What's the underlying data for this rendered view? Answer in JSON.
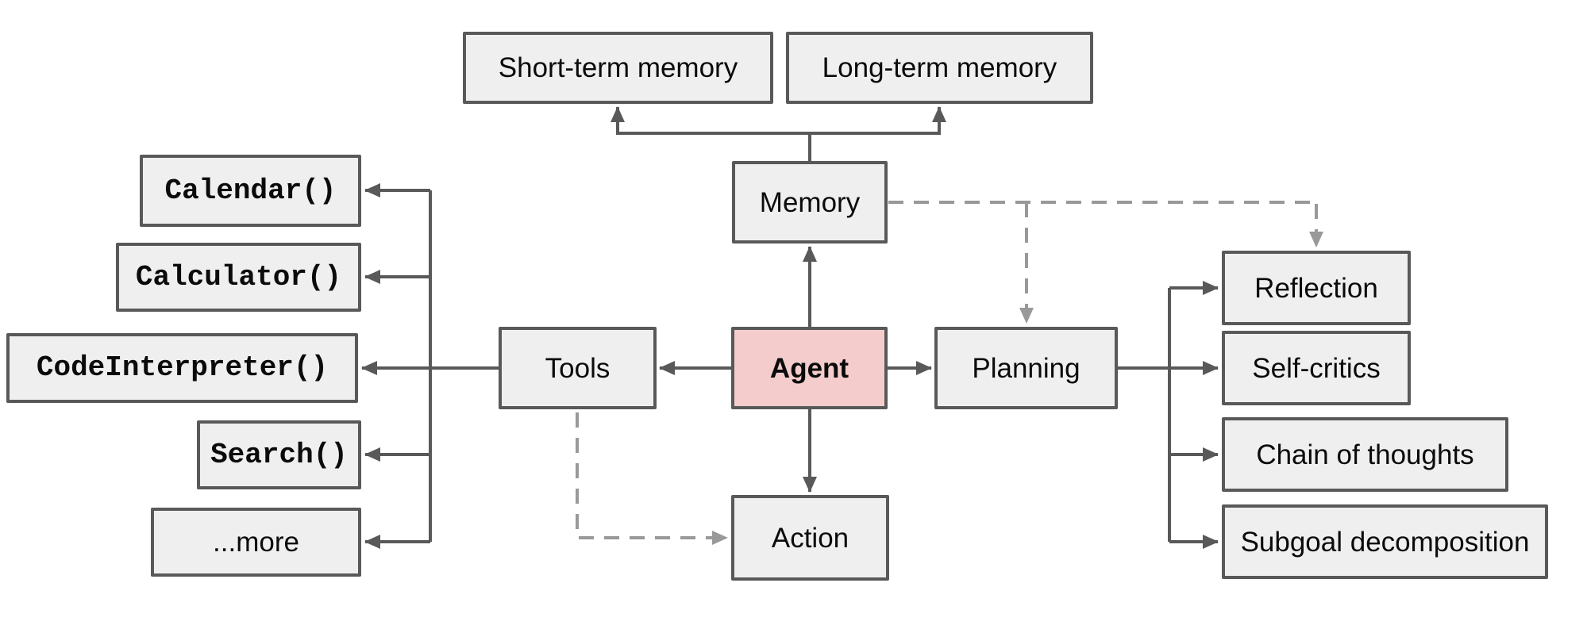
{
  "diagram": {
    "kind": "flowchart",
    "nodes": {
      "short_term_memory": {
        "label": "Short-term memory"
      },
      "long_term_memory": {
        "label": "Long-term memory"
      },
      "memory": {
        "label": "Memory"
      },
      "agent": {
        "label": "Agent"
      },
      "tools": {
        "label": "Tools"
      },
      "planning": {
        "label": "Planning"
      },
      "action": {
        "label": "Action"
      },
      "calendar": {
        "label": "Calendar()"
      },
      "calculator": {
        "label": "Calculator()"
      },
      "code_interpreter": {
        "label": "CodeInterpreter()"
      },
      "search": {
        "label": "Search()"
      },
      "more": {
        "label": "...more"
      },
      "reflection": {
        "label": "Reflection"
      },
      "self_critics": {
        "label": "Self-critics"
      },
      "chain_of_thoughts": {
        "label": "Chain of thoughts"
      },
      "subgoal_decomposition": {
        "label": "Subgoal decomposition"
      }
    },
    "edges": [
      {
        "from": "memory",
        "to": "short_term_memory",
        "style": "solid",
        "arrow": "to"
      },
      {
        "from": "memory",
        "to": "long_term_memory",
        "style": "solid",
        "arrow": "to"
      },
      {
        "from": "agent",
        "to": "memory",
        "style": "solid",
        "arrow": "to"
      },
      {
        "from": "agent",
        "to": "tools",
        "style": "solid",
        "arrow": "to"
      },
      {
        "from": "agent",
        "to": "planning",
        "style": "solid",
        "arrow": "to"
      },
      {
        "from": "agent",
        "to": "action",
        "style": "solid",
        "arrow": "to"
      },
      {
        "from": "tools",
        "to": "calendar",
        "style": "solid",
        "arrow": "to"
      },
      {
        "from": "tools",
        "to": "calculator",
        "style": "solid",
        "arrow": "to"
      },
      {
        "from": "tools",
        "to": "code_interpreter",
        "style": "solid",
        "arrow": "to"
      },
      {
        "from": "tools",
        "to": "search",
        "style": "solid",
        "arrow": "to"
      },
      {
        "from": "tools",
        "to": "more",
        "style": "solid",
        "arrow": "to"
      },
      {
        "from": "planning",
        "to": "reflection",
        "style": "solid",
        "arrow": "to"
      },
      {
        "from": "planning",
        "to": "self_critics",
        "style": "solid",
        "arrow": "to"
      },
      {
        "from": "planning",
        "to": "chain_of_thoughts",
        "style": "solid",
        "arrow": "to"
      },
      {
        "from": "planning",
        "to": "subgoal_decomposition",
        "style": "solid",
        "arrow": "to"
      },
      {
        "from": "memory",
        "to": "planning",
        "style": "dashed",
        "arrow": "to"
      },
      {
        "from": "memory",
        "to": "reflection",
        "style": "dashed",
        "arrow": "to"
      },
      {
        "from": "tools",
        "to": "action",
        "style": "dashed",
        "arrow": "to"
      }
    ],
    "colors": {
      "node_fill": "#efefef",
      "node_border": "#595959",
      "agent_fill": "#f4cccc",
      "solid_connector": "#595959",
      "dashed_connector": "#999999",
      "text": "#0b0b0b",
      "background": "#ffffff"
    }
  }
}
